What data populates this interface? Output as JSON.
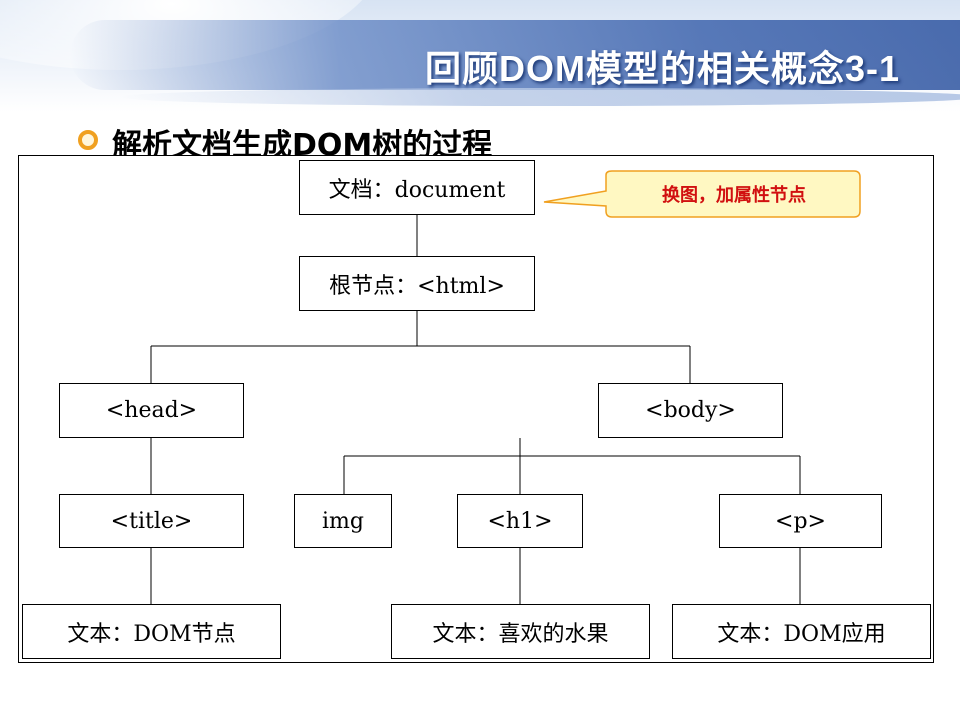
{
  "slide": {
    "title": "回顾DOM模型的相关概念3-1",
    "bullet": "解析文档生成DOM树的过程"
  },
  "tree": {
    "document": "文档：document",
    "root": "根节点：<html>",
    "head": "<head>",
    "body": "<body>",
    "title": "<title>",
    "img": "img",
    "h1": "<h1>",
    "p": "<p>",
    "text_title": "文本：DOM节点",
    "text_h1": "文本：喜欢的水果",
    "text_p": "文本：DOM应用"
  },
  "callout": {
    "text": "换图，加属性节点"
  },
  "colors": {
    "header_blue": "#3e64ad",
    "callout_fill": "#fff8c2",
    "callout_border": "#f0a020",
    "callout_text": "#d11010",
    "bullet": "#f0a020"
  }
}
